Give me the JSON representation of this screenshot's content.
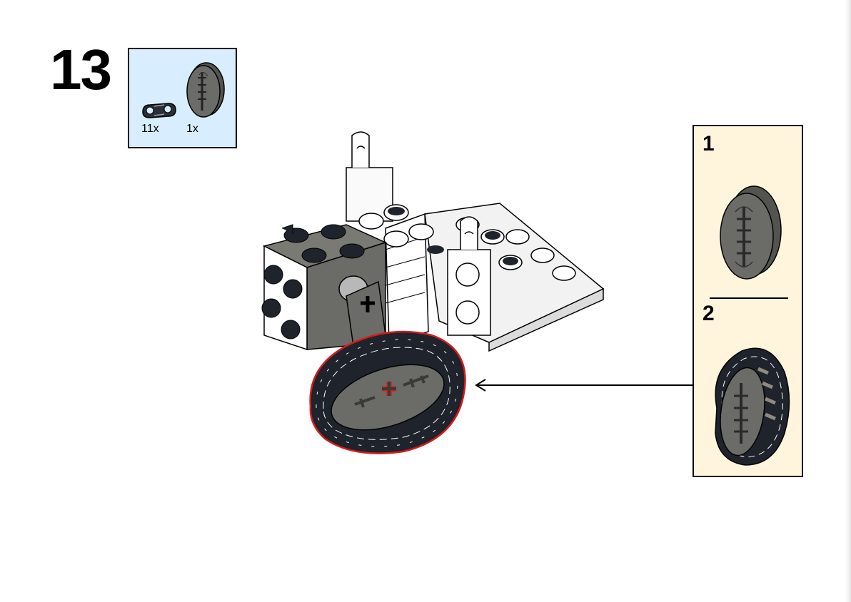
{
  "step": {
    "number": "13"
  },
  "parts_list": {
    "items": [
      {
        "name": "chain-link",
        "qty": "11x",
        "color": "#2a2f38"
      },
      {
        "name": "gear-wheel",
        "qty": "1x",
        "color": "#6b6b67"
      }
    ]
  },
  "callout": {
    "substeps": [
      {
        "number": "1"
      },
      {
        "number": "2"
      }
    ]
  },
  "colors": {
    "parts_bg": "#d8eeff",
    "callout_bg": "#fff5dd",
    "highlight": "#d61b1b",
    "dark_gray": "#6b6b67",
    "black_part": "#1f232c"
  }
}
